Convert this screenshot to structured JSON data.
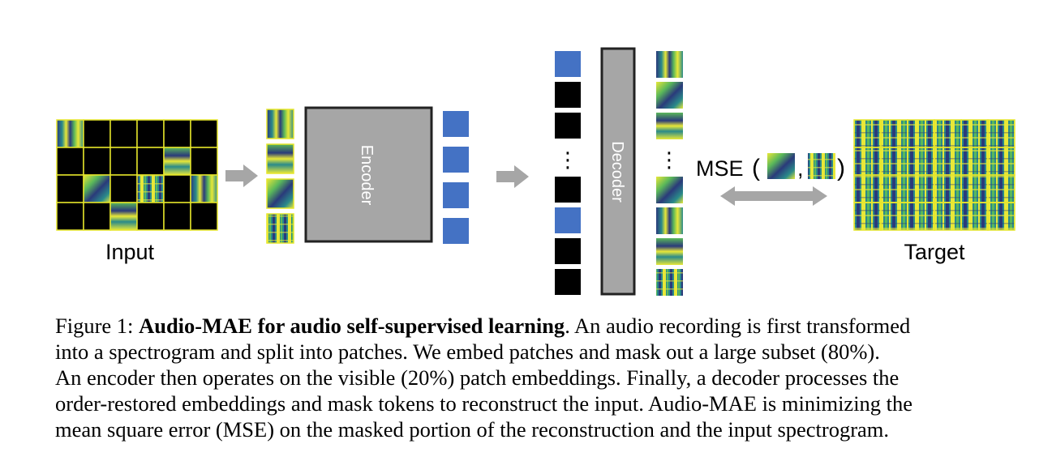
{
  "figure": {
    "labels": {
      "input": "Input",
      "target": "Target",
      "encoder": "Encoder",
      "decoder": "Decoder",
      "mse": "MSE",
      "open_paren": "(",
      "comma": ",",
      "close_paren": ")",
      "ellipsis": "⋮"
    },
    "colors": {
      "token_blue": "#4472c4",
      "mask_black": "#000000",
      "block_gray": "#a6a6a6",
      "arrow_gray": "#a6a6a6",
      "grid_yellow": "#e6e62a",
      "spec_dark": "#2a3a7a",
      "spec_teal": "#2a8a8a",
      "spec_green": "#5ab85a",
      "spec_yellow": "#e8e838"
    },
    "input_grid": {
      "rows": 4,
      "cols": 6,
      "visible_cells": [
        [
          0,
          0
        ],
        [
          1,
          4
        ],
        [
          2,
          1
        ],
        [
          2,
          3
        ],
        [
          2,
          5
        ],
        [
          3,
          2
        ]
      ]
    },
    "decoder_sequence": [
      "blue",
      "black",
      "black",
      "dots",
      "black",
      "blue",
      "black",
      "black"
    ],
    "encoder_tokens": 4
  },
  "caption": {
    "lines": [
      {
        "prefix": "Figure 1: ",
        "bold": "Audio-MAE for audio self-supervised learning",
        "rest": ". An audio recording is first transformed"
      },
      {
        "text": "into a spectrogram and split into patches.  We embed patches and mask out a large subset (80%)."
      },
      {
        "text": "An encoder then operates on the visible (20%) patch embeddings. Finally, a decoder processes the"
      },
      {
        "text": "order-restored embeddings and mask tokens to reconstruct the input. Audio-MAE is minimizing the"
      },
      {
        "text": "mean square error (MSE) on the masked portion of the reconstruction and the input spectrogram."
      }
    ]
  }
}
